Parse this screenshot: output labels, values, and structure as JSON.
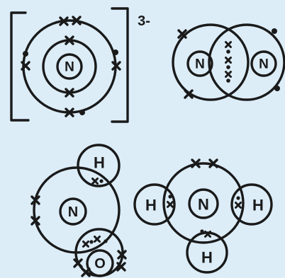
{
  "diagrams": [
    {
      "atoms": [
        "N"
      ],
      "charge": "3-"
    },
    {
      "atoms": [
        "N",
        "N"
      ]
    },
    {
      "atoms": [
        "H",
        "N",
        "O"
      ]
    },
    {
      "atoms": [
        "H",
        "N",
        "H",
        "H"
      ]
    }
  ],
  "colors": {
    "background": "#dcedf8",
    "ink": "#1a1a1a"
  }
}
